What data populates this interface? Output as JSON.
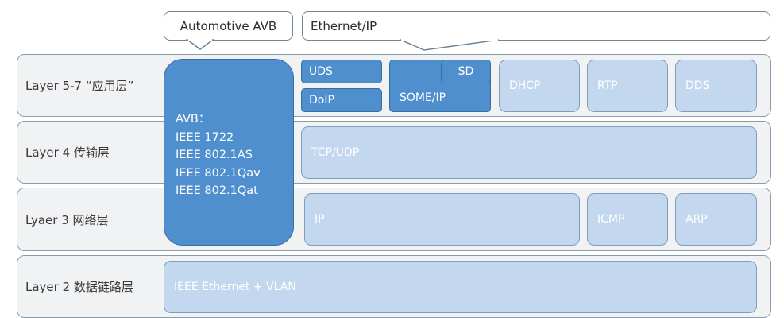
{
  "callouts": {
    "automotive_avb": "Automotive AVB",
    "ethernet_ip": "Ethernet/IP"
  },
  "layers": {
    "l57": "Layer 5-7 “应用层”",
    "l4": "Layer 4 传输层",
    "l3": "Lyaer 3 网络层",
    "l2": "Layer 2 数据链路层"
  },
  "avb": {
    "lines": [
      "AVB：",
      "IEEE 1722",
      "IEEE 802.1AS",
      "IEEE 802.1Qav",
      "IEEE 802.1Qat"
    ]
  },
  "protocols": {
    "uds": "UDS",
    "doip": "DoIP",
    "someip": "SOME/IP",
    "sd": "SD",
    "dhcp": "DHCP",
    "rtp": "RTP",
    "dds": "DDS",
    "tcpudp": "TCP/UDP",
    "ip": "IP",
    "icmp": "ICMP",
    "arp": "ARP",
    "ethernet_vlan": "IEEE Ethernet + VLAN"
  },
  "colors": {
    "dark_block": "#4f8fce",
    "light_block": "#c3d8ee",
    "layer_bg": "#f1f2f4"
  }
}
